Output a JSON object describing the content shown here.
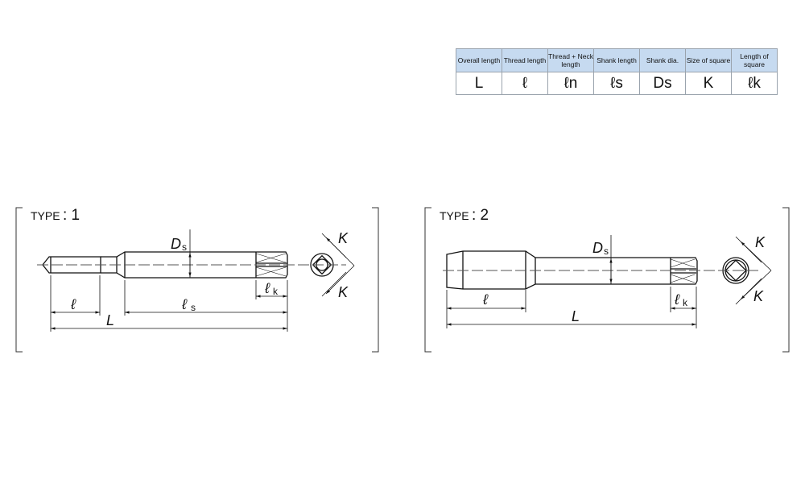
{
  "table": {
    "headers": [
      "Overall length",
      "Thread length",
      "Thread + Neck length",
      "Shank length",
      "Shank dia.",
      "Size of square",
      "Length of square"
    ],
    "symbols": [
      "L",
      "ℓ",
      "ℓn",
      "ℓs",
      "Ds",
      "K",
      "ℓk"
    ]
  },
  "type1": {
    "label": "TYPE",
    "number": ": 1",
    "dims": {
      "ds": "D",
      "ds_sub": "s",
      "l": "ℓ",
      "ls": "ℓ",
      "ls_sub": "s",
      "L": "L",
      "lk": "ℓ",
      "lk_sub": "k",
      "k1": "K",
      "k2": "K"
    }
  },
  "type2": {
    "label": "TYPE",
    "number": ": 2",
    "dims": {
      "ds": "D",
      "ds_sub": "s",
      "l": "ℓ",
      "L": "L",
      "lk": "ℓ",
      "lk_sub": "k",
      "k1": "K",
      "k2": "K"
    }
  }
}
